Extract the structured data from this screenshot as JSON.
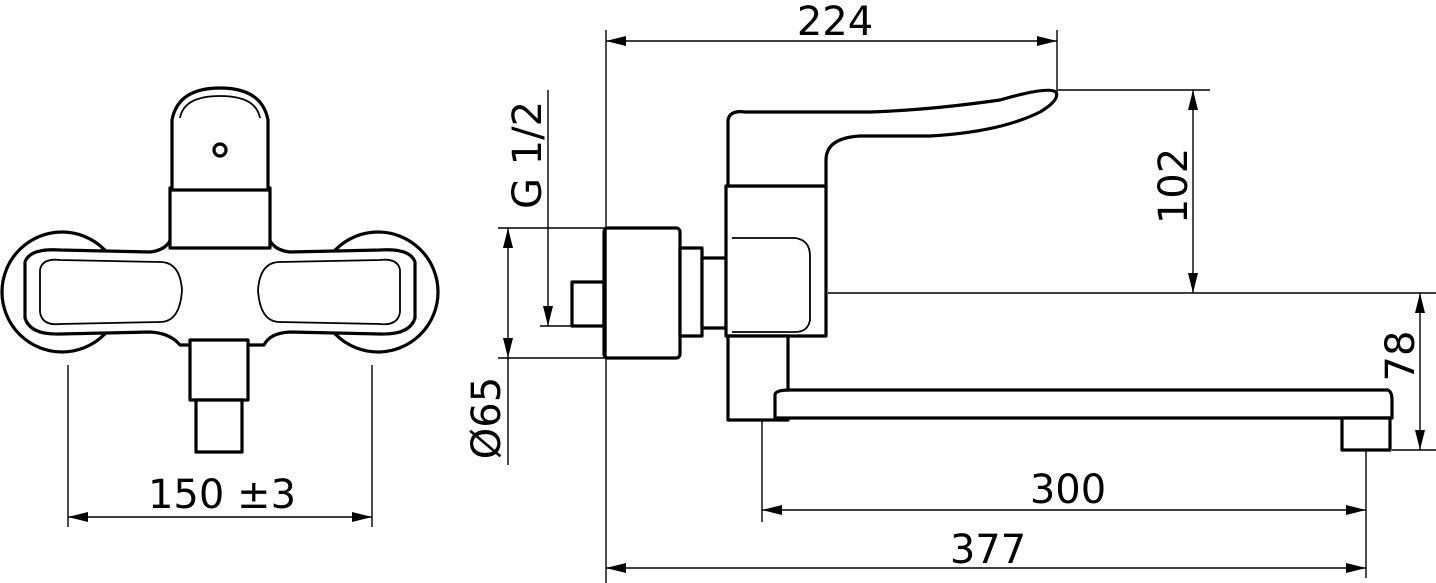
{
  "dimensions": {
    "projection": "224",
    "lever_height": "102",
    "spout_height": "78",
    "spout_reach": "300",
    "total_reach": "377",
    "rosette_diameter": "Ø65",
    "connection_thread": "G 1/2",
    "centre_distance": "150 ±3"
  }
}
